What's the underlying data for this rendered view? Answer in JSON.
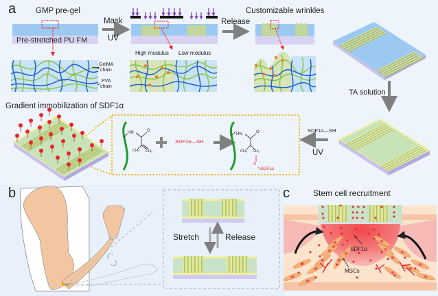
{
  "panel_a": {
    "letter": "a",
    "pregel_label": "GMP pre-gel",
    "substrate_label": "Pre-stretched PU FM",
    "mask_label": "Mask",
    "uv_label": "UV",
    "release_label": "Release",
    "wrinkles_label": "Customizable wrinkles",
    "high_modulus_label": "High modulus",
    "low_modulus_label": "Low modulus",
    "gelma_label_1": "GelMA",
    "gelma_label_2": "chain",
    "pva_label_1": "PVA",
    "pva_label_2": "chain",
    "ta_solution_label": "TA solution",
    "gradient_label": "Gradient immobilization of SDF1α",
    "reaction_reagent": "SDF1α—SH",
    "reaction_plus": "+",
    "uv_label_2": "UV",
    "sdf_sh_label": "SDF1α—SH",
    "chem": {
      "hn": "HN",
      "o": "O",
      "ch3": "CH₃",
      "ch2": "CH₂",
      "s": "S",
      "sdf": "SDF1α"
    }
  },
  "panel_b": {
    "letter": "b",
    "stretch_label": "Stretch",
    "release_label": "Release"
  },
  "panel_c": {
    "letter": "c",
    "title": "Stem cell recruitment",
    "sdf_label": "SDF1α",
    "mscs_label": "MSCs"
  },
  "colors": {
    "hydrogel_blue": "#9cc9f2",
    "high_modulus_green": "#c3d69b",
    "substrate_purple": "#d9d3f3",
    "uv_arrow": "#7b3fb5",
    "red_dash": "#e8262b",
    "gelma_chain": "#8bc34a",
    "pva_chain": "#1e5fd0",
    "crosslink_orange": "#f07d1a",
    "arrow_gray": "#808080",
    "yellow_dotted": "#f5b21b",
    "sdf_red": "#e6252a",
    "chain_green": "#1f9a2e",
    "tissue_pink": "#f7b9b5",
    "tissue_beige": "#fbe3cc"
  }
}
